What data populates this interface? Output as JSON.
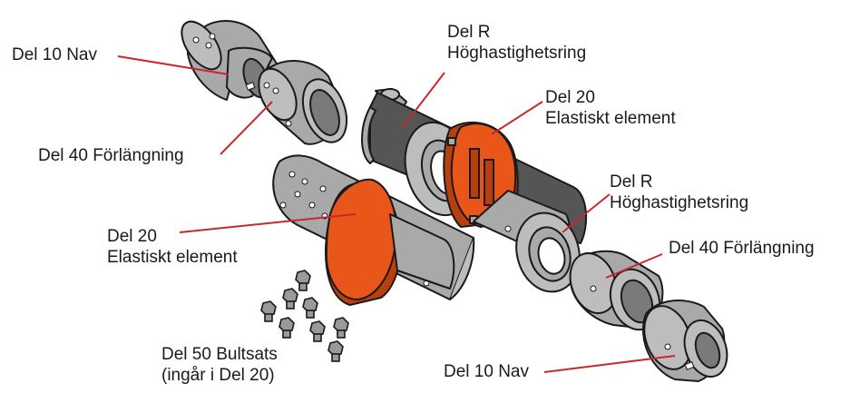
{
  "colors": {
    "elastic_element": "#e8561a",
    "metal": "#a9a9a9",
    "leader_line": "#c8282d"
  },
  "labels": {
    "hub_top": "Del 10 Nav",
    "extension_top": "Del 40 Förlängning",
    "elastic_left_line1": "Del 20",
    "elastic_left_line2": "Elastiskt element",
    "bolts_line1": "Del 50 Bultsats",
    "bolts_line2": "(ingår i Del 20)",
    "ring_top_line1": "Del R",
    "ring_top_line2": "Höghastighetsring",
    "elastic_right_line1": "Del 20",
    "elastic_right_line2": "Elastiskt element",
    "ring_right_line1": "Del R",
    "ring_right_line2": "Höghastighetsring",
    "extension_bottom": "Del 40 Förlängning",
    "hub_bottom": "Del 10 Nav"
  }
}
